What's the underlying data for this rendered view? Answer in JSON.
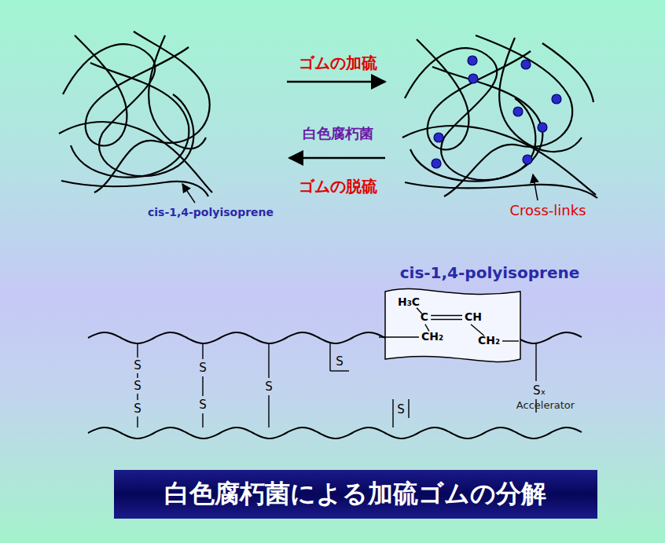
{
  "diagram": {
    "title": "白色腐朽菌による加硫ゴムの分解",
    "nodes": [
      {
        "text": [
          "cis-1,4-polyisoprene",
          "H₃C",
          "C",
          "CH",
          "CH₂",
          "CH₂"
        ]
      }
    ],
    "labels": [
      "ゴムの加硫",
      "白色腐朽菌",
      "ゴムの脱硫",
      "cis-1,4-polyisoprene",
      "Cross-links",
      "S",
      "S",
      "S",
      "S",
      "S",
      "S",
      "S",
      "S",
      "Sₓ",
      "Accelerator"
    ]
  }
}
